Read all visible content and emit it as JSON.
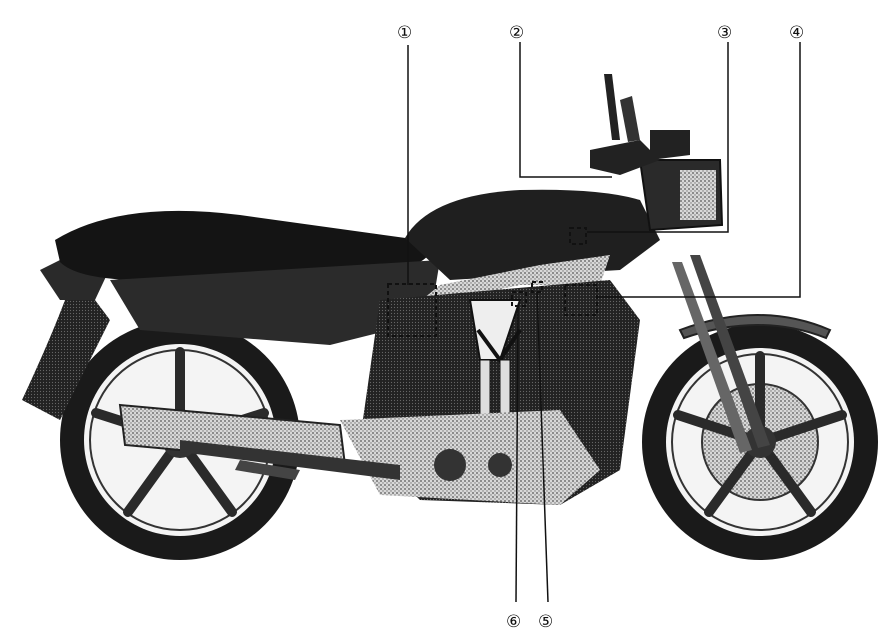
{
  "diagram": {
    "callouts": [
      {
        "id": "1",
        "label": "①"
      },
      {
        "id": "2",
        "label": "②"
      },
      {
        "id": "3",
        "label": "③"
      },
      {
        "id": "4",
        "label": "④"
      },
      {
        "id": "5",
        "label": "⑤"
      },
      {
        "id": "6",
        "label": "⑥"
      }
    ]
  },
  "colors": {
    "ink": "#141414",
    "halftone": "#9a9a9a",
    "paper": "#ffffff"
  }
}
